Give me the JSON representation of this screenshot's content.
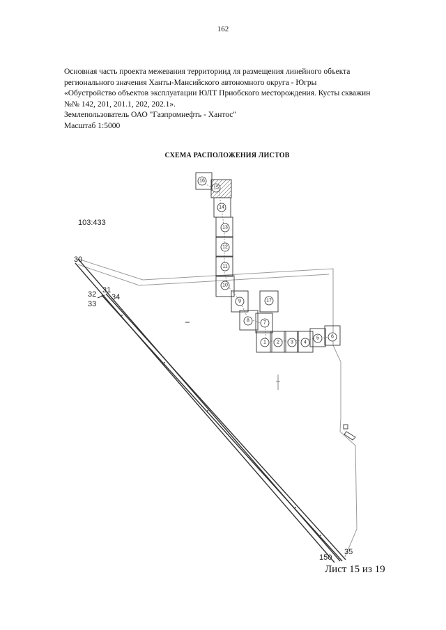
{
  "page_number": "162",
  "header": {
    "lines": [
      "Основная часть проекта межевания территориид ля размещения линейного объекта",
      "регионального значения Ханты-Мансийского автономного округа - Югры",
      "«Обустройство объектов эксплуатации ЮЛТ Приобского месторождения. Кусты скважин",
      "№№ 142, 201, 201.1, 202, 202.1».",
      "Землепользователь ОАО \"Газпромнефть - Хантос\"",
      "Масштаб 1:5000"
    ]
  },
  "scheme_title": "СХЕМА РАСПОЛОЖЕНИЯ ЛИСТОВ",
  "map": {
    "cadastral_label": "103:433",
    "point_labels": {
      "p30": "30",
      "p31": "31",
      "p32": "32",
      "p33": "33",
      "p34": "34",
      "p35": "35",
      "p150": "150"
    },
    "sheets": [
      "16",
      "15",
      "14",
      "13",
      "12",
      "11",
      "10",
      "9",
      "8",
      "7",
      "17",
      "1",
      "2",
      "3",
      "4",
      "5",
      "6"
    ]
  },
  "sheet_footer": "Лист 15 из 19"
}
